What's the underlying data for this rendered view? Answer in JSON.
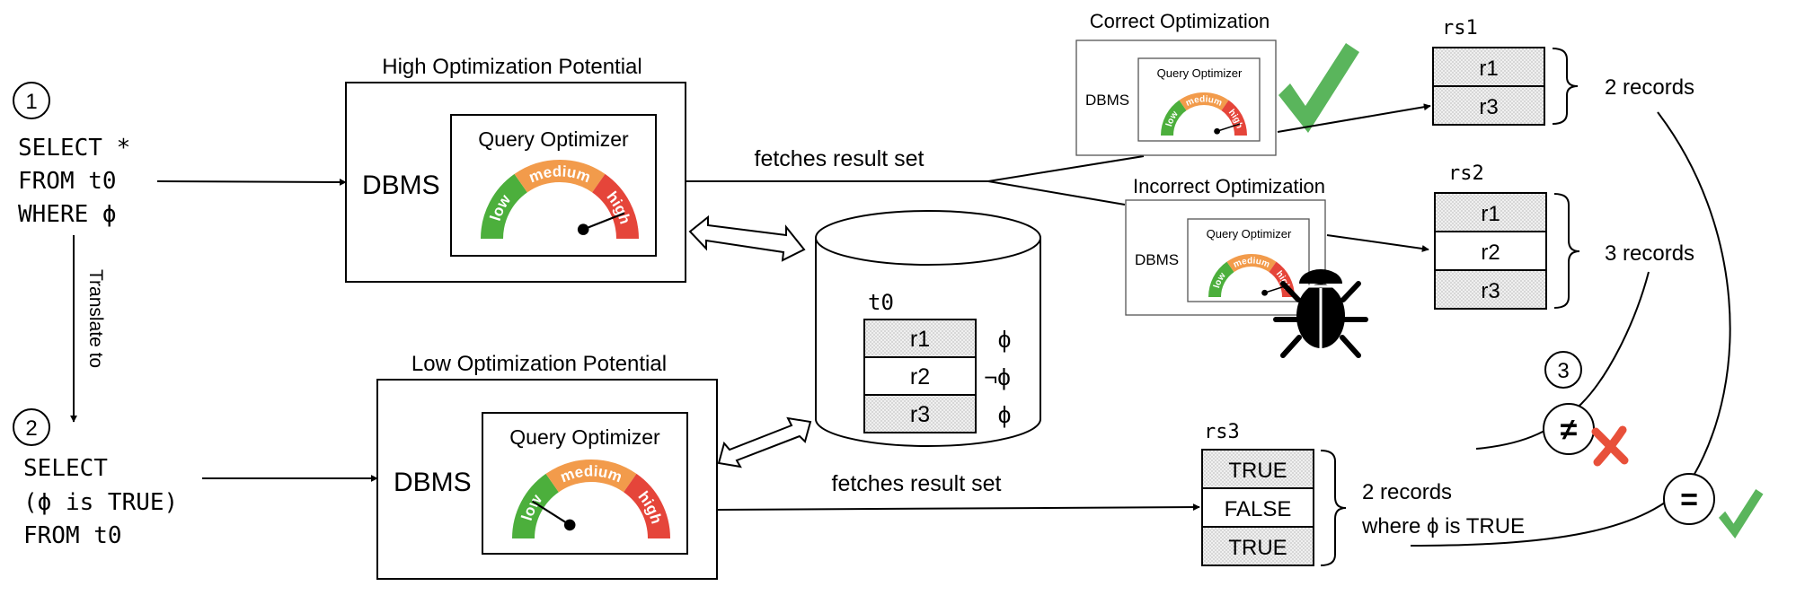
{
  "step1": {
    "num": "1",
    "query": [
      "SELECT *",
      "FROM t0",
      "WHERE ϕ"
    ]
  },
  "translate_label": "Translate to",
  "step2": {
    "num": "2",
    "query": [
      "SELECT",
      "(ϕ is TRUE)",
      "FROM t0"
    ]
  },
  "step3": {
    "num": "3"
  },
  "high_dbms": {
    "title": "High Optimization Potential",
    "dbms": "DBMS"
  },
  "low_dbms": {
    "title": "Low Optimization Potential",
    "dbms": "DBMS"
  },
  "gauge": {
    "title": "Query Optimizer",
    "low": "low",
    "medium": "medium",
    "high": "high",
    "colors": {
      "low": "#4caf3c",
      "medium": "#f29b4b",
      "high": "#e5453a"
    }
  },
  "fetch_label": "fetches result set",
  "correct": {
    "title": "Correct Optimization",
    "dbms": "DBMS"
  },
  "incorrect": {
    "title": "Incorrect Optimization",
    "dbms": "DBMS"
  },
  "table_t0": {
    "name": "t0",
    "rows": [
      "r1",
      "r2",
      "r3"
    ],
    "conds": [
      "ϕ",
      "¬ϕ",
      "ϕ"
    ]
  },
  "rs1": {
    "name": "rs1",
    "rows": [
      "r1",
      "r3"
    ],
    "count": "2 records"
  },
  "rs2": {
    "name": "rs2",
    "rows": [
      "r1",
      "r2",
      "r3"
    ],
    "count": "3 records"
  },
  "rs3": {
    "name": "rs3",
    "rows": [
      "TRUE",
      "FALSE",
      "TRUE"
    ],
    "count": [
      "2 records",
      "where ϕ is TRUE"
    ]
  },
  "compare": {
    "neq": "≠",
    "eq": "="
  },
  "colors": {
    "check": "#5ab55c",
    "cross": "#e8503a"
  },
  "icons": {
    "check": "check-icon",
    "cross": "cross-icon",
    "bug": "bug-icon"
  }
}
